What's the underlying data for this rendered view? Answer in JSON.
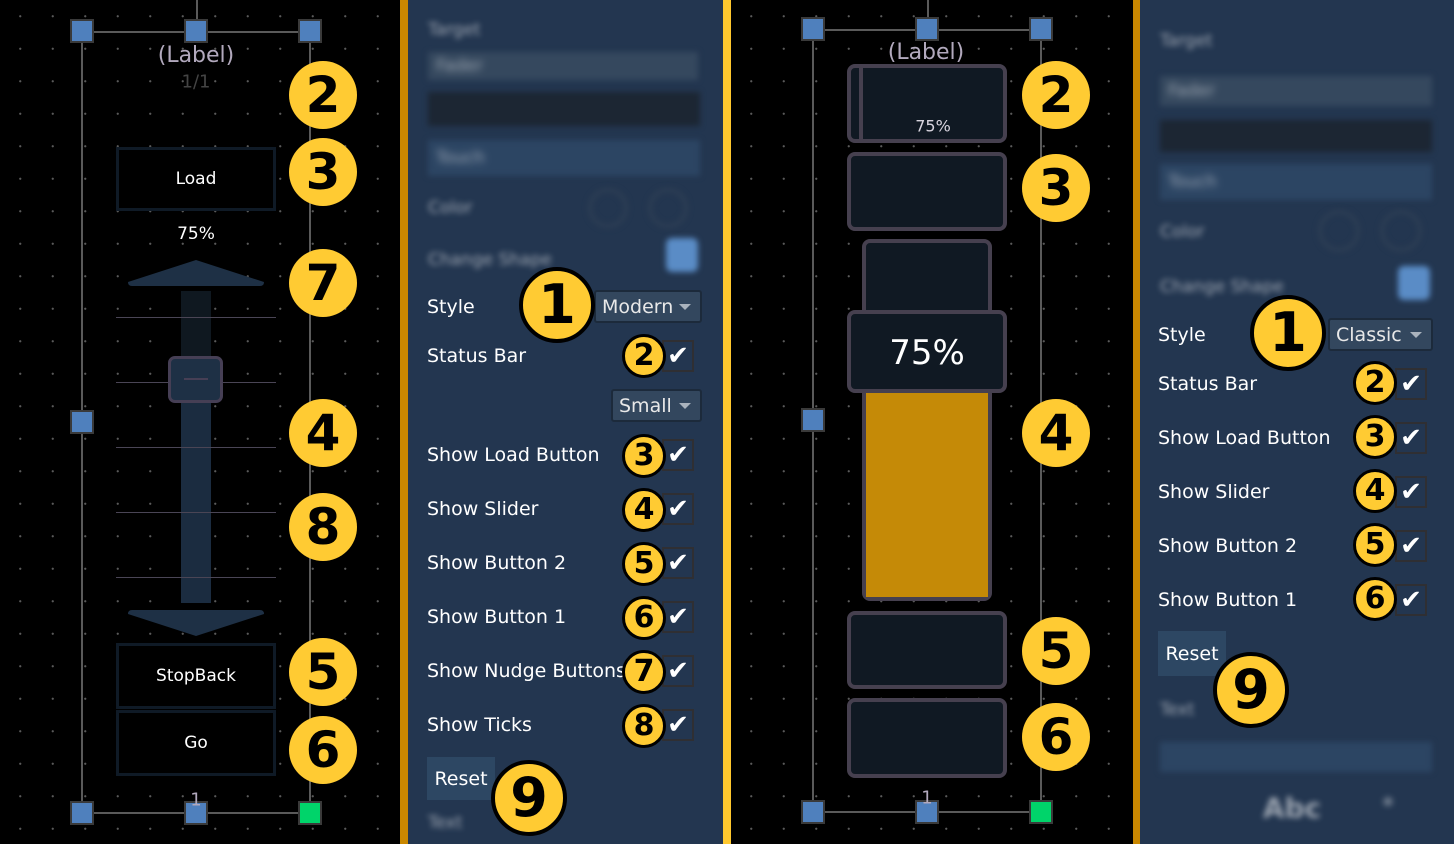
{
  "colors": {
    "accent_orange": "#c98700",
    "accent_yellow": "#ffc82e",
    "badge": "#ffcb33",
    "panel_bg": "#233650",
    "fill": "#c58a07",
    "handle": "#4f80bd",
    "handle_active": "#00d46a"
  },
  "modern_fader": {
    "label": "(Label)",
    "page": "1/1",
    "load": "Load",
    "value": "75%",
    "stopback": "StopBack",
    "go": "Go",
    "index": "1",
    "badges": {
      "status": "2",
      "load": "3",
      "nudge": "7",
      "slider": "4",
      "ticks": "8",
      "button2": "5",
      "button1": "6"
    }
  },
  "modern_settings": {
    "blurred": {
      "target": "Target",
      "fader": "Fader",
      "touch": "Touch",
      "color": "Color",
      "change_shape": "Change Shape",
      "text": "Text"
    },
    "style_label": "Style",
    "style_value": "Modern",
    "status_bar": "Status Bar",
    "status_size": "Small",
    "rows": [
      "Show Load Button",
      "Show Slider",
      "Show Button 2",
      "Show Button 1",
      "Show Nudge Buttons",
      "Show Ticks"
    ],
    "reset": "Reset",
    "check": "✔",
    "badges": [
      "1",
      "2",
      "3",
      "4",
      "5",
      "6",
      "7",
      "8",
      "9"
    ]
  },
  "classic_fader": {
    "label": "(Label)",
    "status_value": "75%",
    "value": "75%",
    "value_fraction": 0.75,
    "index": "1",
    "badges": {
      "status": "2",
      "load": "3",
      "slider": "4",
      "button2": "5",
      "button1": "6"
    }
  },
  "classic_settings": {
    "blurred": {
      "target": "Target",
      "fader": "Fader",
      "touch": "Touch",
      "color": "Color",
      "change_shape": "Change Shape",
      "text": "Text",
      "abc": "Abc",
      "star": "*"
    },
    "style_label": "Style",
    "style_value": "Classic",
    "status_bar": "Status Bar",
    "rows": [
      "Show Load Button",
      "Show Slider",
      "Show Button 2",
      "Show Button 1"
    ],
    "reset": "Reset",
    "check": "✔",
    "badges": [
      "1",
      "2",
      "3",
      "4",
      "5",
      "6",
      "9"
    ]
  }
}
